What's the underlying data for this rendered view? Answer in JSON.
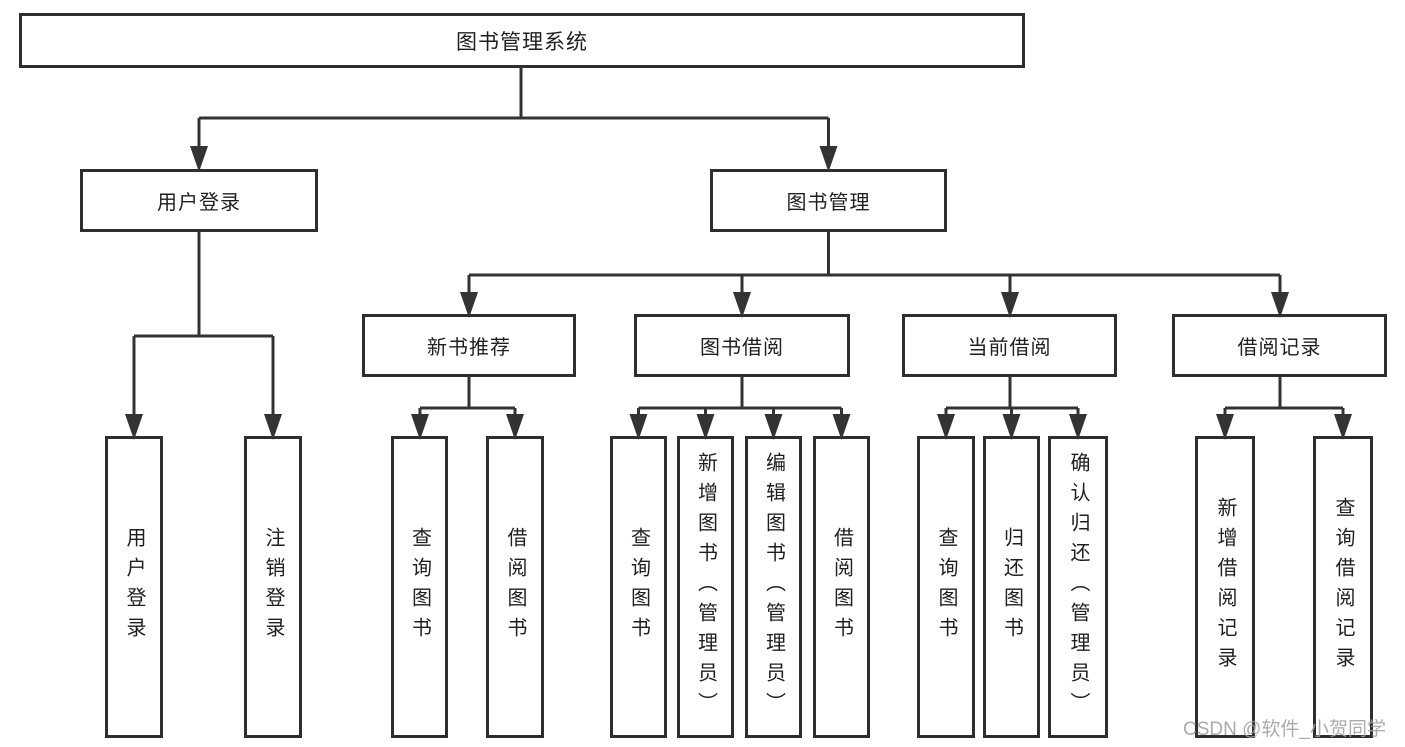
{
  "diagram": {
    "title_node": {
      "label": "图书管理系统"
    },
    "level2": [
      {
        "id": "user-login",
        "label": "用户登录"
      },
      {
        "id": "book-management",
        "label": "图书管理"
      }
    ],
    "level3": [
      {
        "id": "new-book-recommend",
        "label": "新书推荐",
        "parent": "图书管理"
      },
      {
        "id": "book-borrow",
        "label": "图书借阅",
        "parent": "图书管理"
      },
      {
        "id": "current-borrow",
        "label": "当前借阅",
        "parent": "图书管理"
      },
      {
        "id": "borrow-records",
        "label": "借阅记录",
        "parent": "图书管理"
      }
    ],
    "leaves": [
      {
        "label": "用户登录",
        "parent": "用户登录"
      },
      {
        "label": "注销登录",
        "parent": "用户登录"
      },
      {
        "label": "查询图书",
        "parent": "新书推荐"
      },
      {
        "label": "借阅图书",
        "parent": "新书推荐"
      },
      {
        "label": "查询图书",
        "parent": "图书借阅"
      },
      {
        "label": "新增图书（管理员）",
        "parent": "图书借阅"
      },
      {
        "label": "编辑图书（管理员）",
        "parent": "图书借阅"
      },
      {
        "label": "借阅图书",
        "parent": "图书借阅"
      },
      {
        "label": "查询图书",
        "parent": "当前借阅"
      },
      {
        "label": "归还图书",
        "parent": "当前借阅"
      },
      {
        "label": "确认归还（管理员）",
        "parent": "当前借阅"
      },
      {
        "label": "新增借阅记录",
        "parent": "借阅记录"
      },
      {
        "label": "查询借阅记录",
        "parent": "借阅记录"
      }
    ],
    "colors": {
      "line": "#333333",
      "text": "#1f1f1f",
      "watermark": "#a2a2a2",
      "background": "#ffffff"
    }
  },
  "watermark": {
    "text": "CSDN @软件_小贺同学"
  }
}
